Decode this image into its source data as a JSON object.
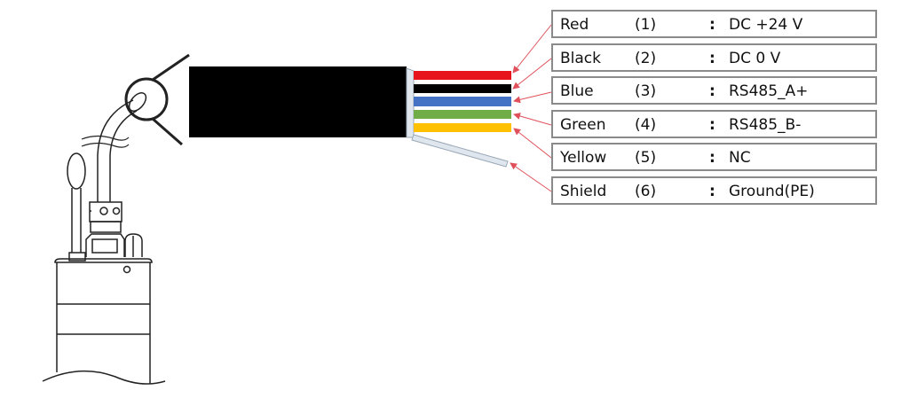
{
  "diagram": {
    "type": "wiring-diagram",
    "subject": "sensor cable pinout",
    "wires": [
      {
        "color_name": "Red",
        "number": "(1)",
        "colon": ":",
        "function": "DC +24 V",
        "hex": "#e8141b"
      },
      {
        "color_name": "Black",
        "number": "(2)",
        "colon": ":",
        "function": "DC 0 V",
        "hex": "#000000"
      },
      {
        "color_name": "Blue",
        "number": "(3)",
        "colon": ":",
        "function": "RS485_A+",
        "hex": "#4472c4"
      },
      {
        "color_name": "Green",
        "number": "(4)",
        "colon": ":",
        "function": "RS485_B-",
        "hex": "#70ad47"
      },
      {
        "color_name": "Yellow",
        "number": "(5)",
        "colon": ":",
        "function": "NC",
        "hex": "#ffc000"
      },
      {
        "color_name": "Shield",
        "number": "(6)",
        "colon": ":",
        "function": "Ground(PE)",
        "hex": "#c8d4e0"
      }
    ],
    "colors": {
      "arrow": "#e0505a",
      "jacket": "#000000",
      "box_border": "#8a8a8a"
    }
  }
}
